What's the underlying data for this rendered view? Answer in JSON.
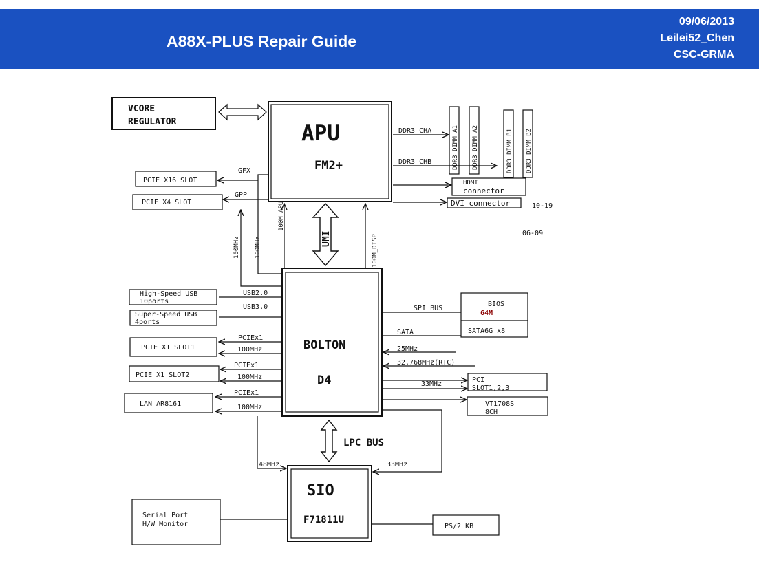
{
  "header": {
    "title": "A88X-PLUS Repair Guide",
    "date": "09/06/2013",
    "author": "Leilei52_Chen",
    "dept": "CSC-GRMA"
  },
  "colors": {
    "header_bg": "#1a51c1",
    "bios_size": "#8b0000"
  },
  "diagram": {
    "vcore": [
      "VCORE",
      "REGULATOR"
    ],
    "apu": {
      "title": "APU",
      "model": "FM2+"
    },
    "ddr": {
      "cha": "DDR3 CHA",
      "chb": "DDR3 CHB",
      "dimms": [
        "DDR3 DIMM A1",
        "DDR3 DIMM A2",
        "DDR3 DIMM B1",
        "DDR3 DIMM B2"
      ]
    },
    "hdmi": [
      "HDMI",
      "connector"
    ],
    "dvi": "DVI connector",
    "note_a": "10-19",
    "note_b": "06-09",
    "gfx": "GFX",
    "gpp": "GPP",
    "pcie_x16": "PCIE X16 SLOT",
    "pcie_x4": "PCIE X4 SLOT",
    "clk_100mhz": "100MHz",
    "clk_100m_apu": "100M_APU",
    "clk_100m_disp": "100M_DISP",
    "umi": "UMI",
    "bolton": {
      "title": "BOLTON",
      "model": "D4"
    },
    "usb2": {
      "box": [
        "High-Speed USB",
        "10ports"
      ],
      "label": "USB2.0"
    },
    "usb3": {
      "box": [
        "Super-Speed USB",
        "4ports"
      ],
      "label": "USB3.0"
    },
    "pciex1": "PCIEx1",
    "pcie_x1_slot1": "PCIE X1 SLOT1",
    "pcie_x1_slot2": "PCIE X1 SLOT2",
    "lan": "LAN AR8161",
    "spi_bus": "SPI BUS",
    "bios": {
      "name": "BIOS",
      "size": "64M"
    },
    "sata": "SATA",
    "sata6g": "SATA6G x8",
    "clk_25": "25MHz",
    "clk_rtc": "32.768MHz(RTC)",
    "clk_33": "33MHz",
    "pci": [
      "PCI",
      "SLOT1,2,3"
    ],
    "audio": [
      "VT1708S",
      "8CH"
    ],
    "lpc_bus": "LPC BUS",
    "clk_48": "48MHz",
    "sio": {
      "title": "SIO",
      "model": "F71811U"
    },
    "serial": [
      "Serial Port",
      "H/W Monitor"
    ],
    "ps2": "PS/2 KB"
  }
}
